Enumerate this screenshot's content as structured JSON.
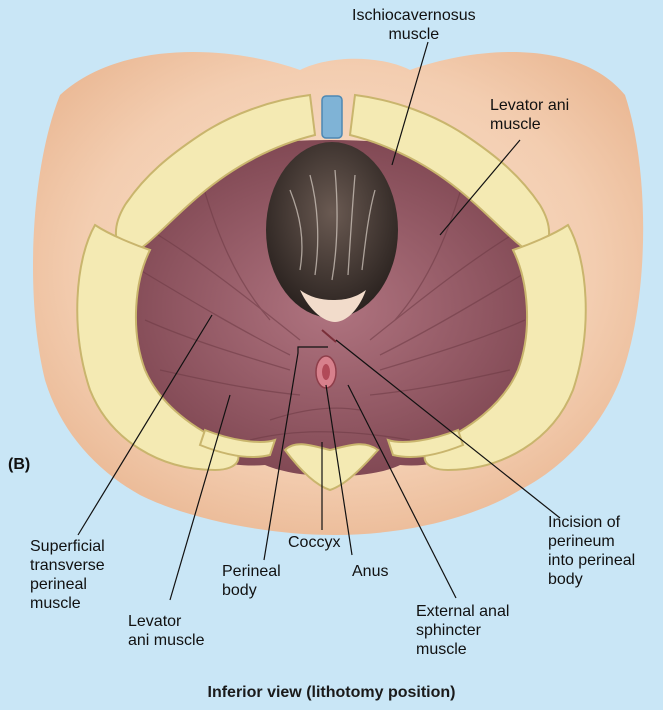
{
  "panel_letter": "(B)",
  "caption": "Inferior view (lithotomy position)",
  "labels": {
    "ischiocavernosus": "Ischiocavernosus\nmuscle",
    "levator_ani_upper": "Levator ani\nmuscle",
    "superficial_transverse": "Superficial\ntransverse\nperineal\nmuscle",
    "levator_ani_lower": "Levator\nani muscle",
    "perineal_body": "Perineal\nbody",
    "coccyx": "Coccyx",
    "anus": "Anus",
    "external_anal_sphincter": "External anal\nsphincter\nmuscle",
    "incision": "Incision of\nperineum\ninto perineal\nbody"
  },
  "colors": {
    "background": "#c9e6f6",
    "skin": "#f6dcc4",
    "bone": "#f4eab3",
    "muscle": "#9c5a66",
    "hair": "#3a302c",
    "symphysis": "#7fb3d6"
  }
}
